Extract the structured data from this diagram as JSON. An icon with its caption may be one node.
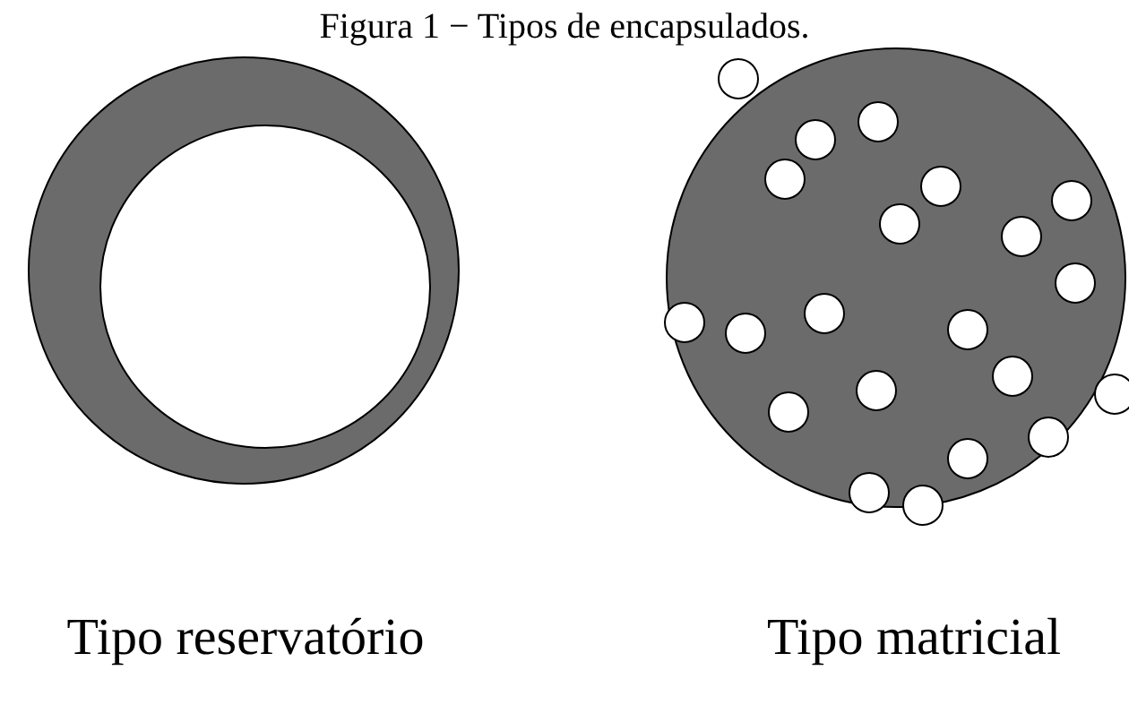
{
  "diagram": {
    "title": "Figura 1 − Tipos de encapsulados.",
    "labels": [
      "Tipo reservatório",
      "Tipo matricial"
    ]
  }
}
